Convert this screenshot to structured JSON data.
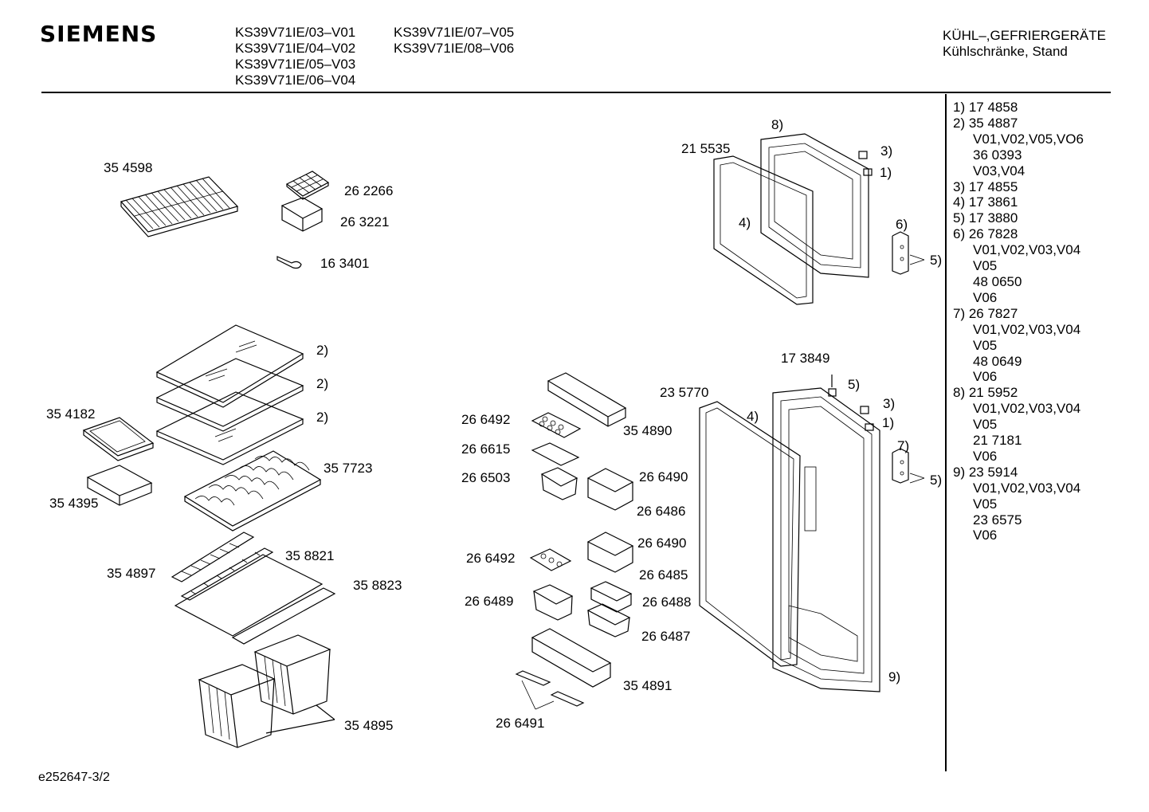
{
  "header": {
    "brand": "SIEMENS",
    "models_col1": [
      "KS39V71IE/03–V01",
      "KS39V71IE/04–V02",
      "KS39V71IE/05–V03",
      "KS39V71IE/06–V04"
    ],
    "models_col2": [
      "KS39V71IE/07–V05",
      "KS39V71IE/08–V06"
    ],
    "category": "KÜHL–,GEFRIERGERÄTE",
    "subcategory": "Kühlschränke, Stand"
  },
  "labels": {
    "p354598": "35 4598",
    "p262266": "26 2266",
    "p263221": "26 3221",
    "p163401": "16 3401",
    "p215535": "21 5535",
    "ref8": "8)",
    "ref3a": "3)",
    "ref1a": "1)",
    "ref4a": "4)",
    "ref6": "6)",
    "ref5a": "5)",
    "ref2a": "2)",
    "ref2b": "2)",
    "ref2c": "2)",
    "p354182": "35 4182",
    "p357723": "35 7723",
    "p354395": "35 4395",
    "p358821": "35 8821",
    "p354897": "35 4897",
    "p358823": "35 8823",
    "p354895": "35 4895",
    "p266492a": "26 6492",
    "p354890": "35 4890",
    "p266615": "26 6615",
    "p266503": "26 6503",
    "p266490a": "26 6490",
    "p266486": "26 6486",
    "p266490b": "26 6490",
    "p266492b": "26 6492",
    "p266485": "26 6485",
    "p266489": "26 6489",
    "p266488": "26 6488",
    "p266487": "26 6487",
    "p354891": "35 4891",
    "p266491": "26 6491",
    "p173849": "17 3849",
    "ref5b": "5)",
    "p235770": "23 5770",
    "ref4b": "4)",
    "ref3b": "3)",
    "ref1b": "1)",
    "ref7": "7)",
    "ref5c": "5)",
    "ref9": "9)"
  },
  "legend": [
    {
      "text": "1) 17 4858",
      "indent": false
    },
    {
      "text": "2) 35 4887",
      "indent": false
    },
    {
      "text": "V01,V02,V05,VO6",
      "indent": true
    },
    {
      "text": "36 0393",
      "indent": true
    },
    {
      "text": "V03,V04",
      "indent": true
    },
    {
      "text": "3) 17 4855",
      "indent": false
    },
    {
      "text": "4) 17 3861",
      "indent": false
    },
    {
      "text": "5) 17 3880",
      "indent": false
    },
    {
      "text": "6) 26 7828",
      "indent": false
    },
    {
      "text": "V01,V02,V03,V04",
      "indent": true
    },
    {
      "text": "V05",
      "indent": true
    },
    {
      "text": "48 0650",
      "indent": true
    },
    {
      "text": "V06",
      "indent": true
    },
    {
      "text": "7) 26 7827",
      "indent": false
    },
    {
      "text": "V01,V02,V03,V04",
      "indent": true
    },
    {
      "text": "V05",
      "indent": true
    },
    {
      "text": "48 0649",
      "indent": true
    },
    {
      "text": "V06",
      "indent": true
    },
    {
      "text": "8) 21 5952",
      "indent": false
    },
    {
      "text": "V01,V02,V03,V04",
      "indent": true
    },
    {
      "text": "V05",
      "indent": true
    },
    {
      "text": "21 7181",
      "indent": true
    },
    {
      "text": "V06",
      "indent": true
    },
    {
      "text": "9) 23 5914",
      "indent": false
    },
    {
      "text": "V01,V02,V03,V04",
      "indent": true
    },
    {
      "text": "V05",
      "indent": true
    },
    {
      "text": "23 6575",
      "indent": true
    },
    {
      "text": "V06",
      "indent": true
    }
  ],
  "footer": "e252647-3/2"
}
